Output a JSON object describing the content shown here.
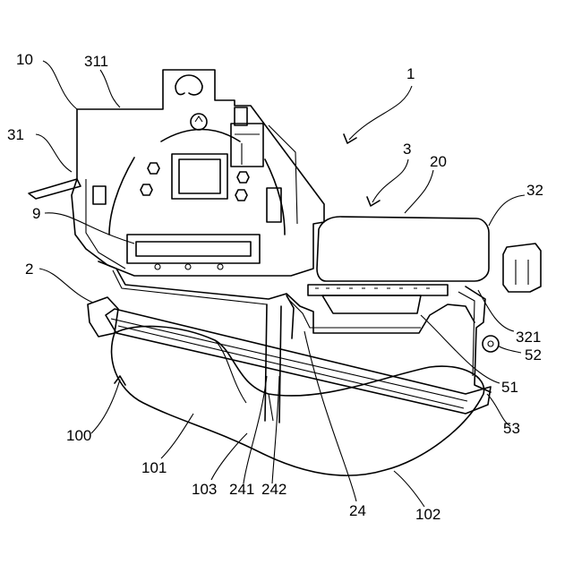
{
  "figure": {
    "labels": {
      "l1": "1",
      "l2": "2",
      "l3": "3",
      "l9": "9",
      "l10": "10",
      "l20": "20",
      "l24": "24",
      "l31": "31",
      "l32": "32",
      "l51": "51",
      "l52": "52",
      "l53": "53",
      "l100": "100",
      "l101": "101",
      "l102": "102",
      "l103": "103",
      "l241": "241",
      "l242": "242",
      "l311": "311",
      "l321": "321"
    }
  }
}
